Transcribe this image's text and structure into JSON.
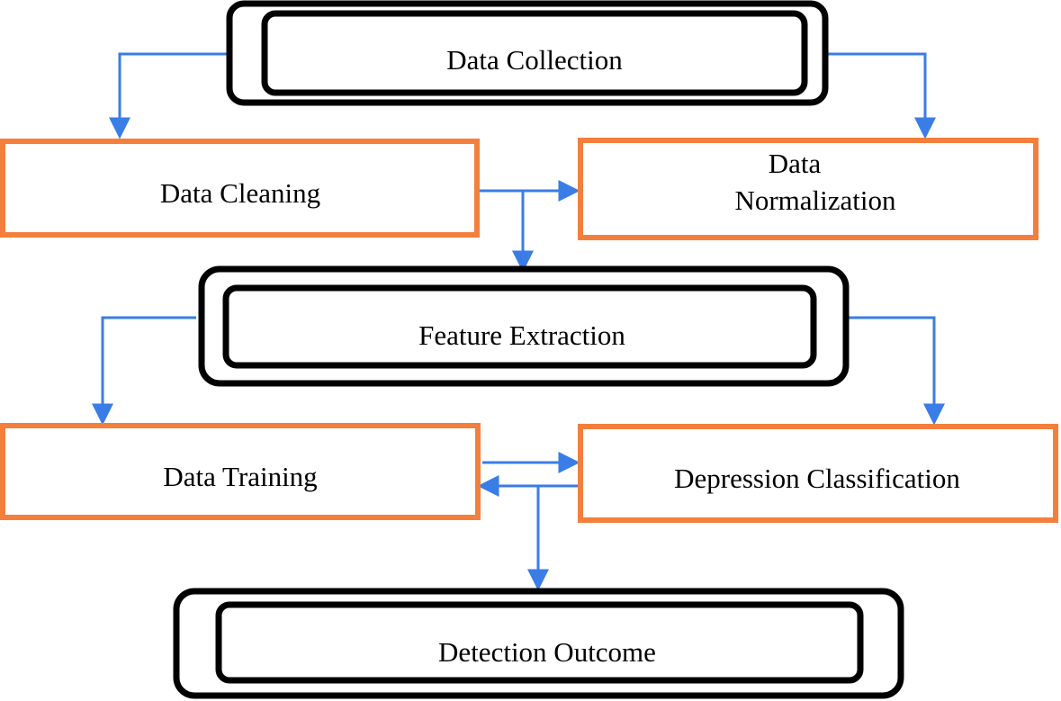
{
  "colors": {
    "outer_border": "#000000",
    "process_border": "#f47f3c",
    "arrow": "#3a7de6",
    "background": "#ffffff",
    "text": "#000000"
  },
  "nodes": {
    "data_collection": {
      "label": "Data Collection",
      "style": "double-rounded-black"
    },
    "data_cleaning": {
      "label": "Data Cleaning",
      "style": "orange-rect"
    },
    "data_normalization": {
      "label_line1": "Data",
      "label_line2": "Normalization",
      "style": "orange-rect"
    },
    "feature_extraction": {
      "label": "Feature Extraction",
      "style": "double-rounded-black"
    },
    "data_training": {
      "label": "Data Training",
      "style": "orange-rect"
    },
    "depression_classification": {
      "label": "Depression Classification",
      "style": "orange-rect"
    },
    "detection_outcome": {
      "label": "Detection Outcome",
      "style": "double-rounded-black"
    }
  },
  "edges": [
    {
      "from": "Data Collection",
      "to": "Data Cleaning"
    },
    {
      "from": "Data Collection",
      "to": "Data Normalization"
    },
    {
      "from": "Data Cleaning",
      "to": "Data Normalization"
    },
    {
      "from": "Data Cleaning",
      "to": "Feature Extraction"
    },
    {
      "from": "Feature Extraction",
      "to": "Data Training"
    },
    {
      "from": "Feature Extraction",
      "to": "Depression Classification"
    },
    {
      "from": "Data Training",
      "to": "Depression Classification"
    },
    {
      "from": "Depression Classification",
      "to": "Data Training"
    },
    {
      "from": "Depression Classification",
      "to": "Detection Outcome"
    }
  ]
}
